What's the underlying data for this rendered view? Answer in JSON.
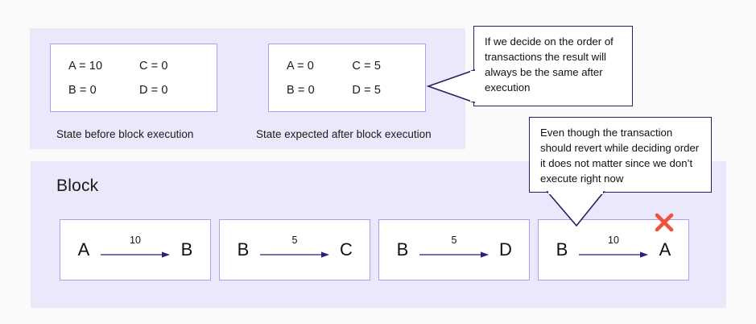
{
  "diagram": {
    "title_block": "Block",
    "accent_panel_color": "#ebe8fb",
    "box_border_color": "#aa9ff0",
    "callout_border_color": "#2b1f63",
    "arrow_color": "#2b1f80",
    "revert_marker_color": "#f0513c"
  },
  "state_section": {
    "before": {
      "caption": "State before block execution",
      "rows": [
        {
          "left": "A = 10",
          "right": "C = 0"
        },
        {
          "left": "B = 0",
          "right": "D = 0"
        }
      ]
    },
    "after": {
      "caption": "State expected after block execution",
      "rows": [
        {
          "left": "A = 0",
          "right": "C = 5"
        },
        {
          "left": "B = 0",
          "right": "D = 5"
        }
      ]
    }
  },
  "block_section": {
    "title": "Block",
    "transactions": [
      {
        "from": "A",
        "amount": "10",
        "to": "B",
        "reverted": false
      },
      {
        "from": "B",
        "amount": "5",
        "to": "C",
        "reverted": false
      },
      {
        "from": "B",
        "amount": "5",
        "to": "D",
        "reverted": false
      },
      {
        "from": "B",
        "amount": "10",
        "to": "A",
        "reverted": true
      }
    ]
  },
  "callouts": {
    "order": {
      "text": "If we decide on the order of transactions the result will always be the same after execution",
      "tail_direction": "left"
    },
    "revert": {
      "text": "Even though the transaction should revert while deciding order it does not matter since we don’t execute right now",
      "tail_direction": "down"
    }
  },
  "revert_marker": {
    "symbol": "✕",
    "meaning": "transaction-reverts"
  }
}
